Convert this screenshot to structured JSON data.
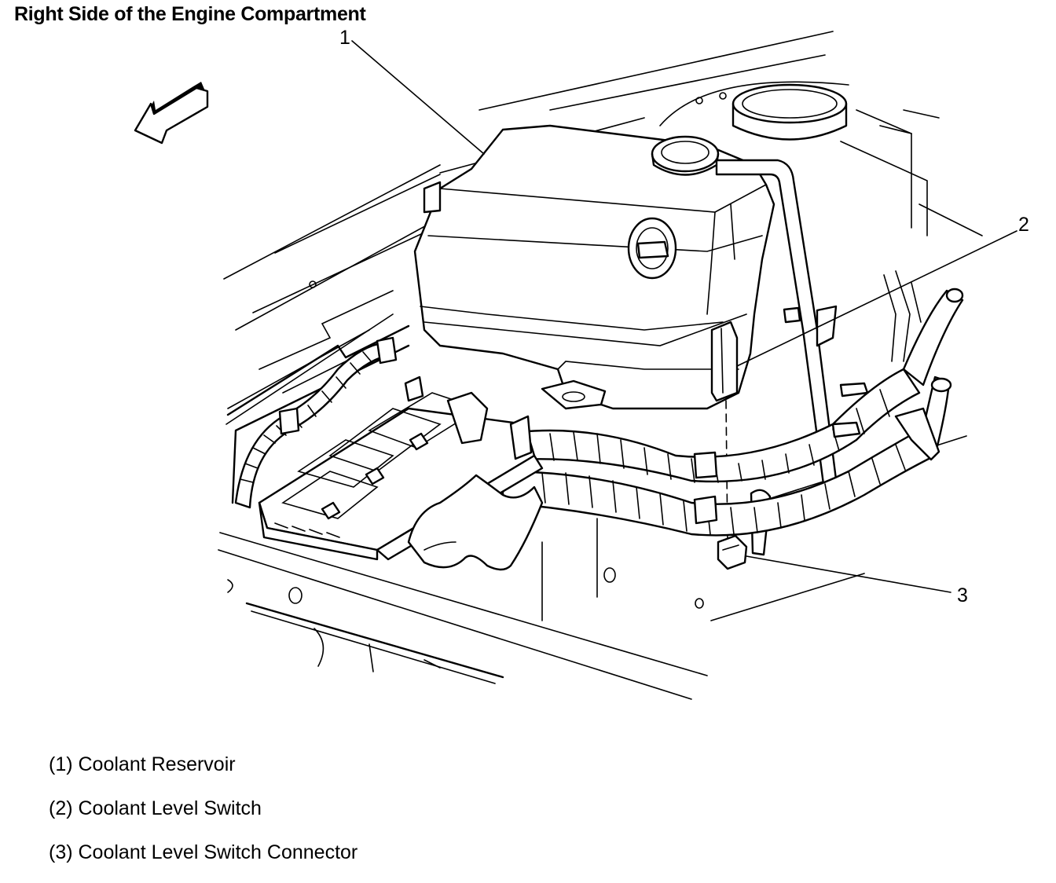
{
  "title": "Right Side of the Engine Compartment",
  "callouts": [
    {
      "number": "1",
      "name": "Coolant Reservoir"
    },
    {
      "number": "2",
      "name": "Coolant Level Switch"
    },
    {
      "number": "3",
      "name": "Coolant Level Switch Connector"
    }
  ],
  "legend": [
    "(1) Coolant Reservoir",
    "(2) Coolant Level Switch",
    "(3) Coolant Level Switch Connector"
  ],
  "icons": {
    "direction_arrow": "front-direction-arrow-icon"
  }
}
